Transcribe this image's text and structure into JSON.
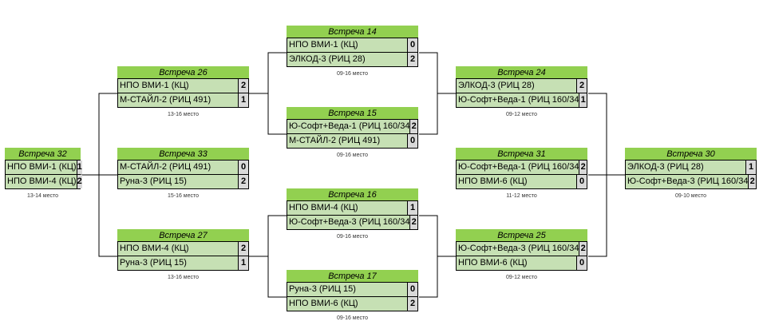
{
  "matches": {
    "m32": {
      "title": "Встреча 32",
      "t1": "НПО ВМИ-1 (КЦ)",
      "s1": "1",
      "t2": "НПО ВМИ-4 (КЦ)",
      "s2": "2",
      "place": "13-14 место"
    },
    "m26": {
      "title": "Встреча 26",
      "t1": "НПО ВМИ-1 (КЦ)",
      "s1": "2",
      "t2": "М-СТАЙЛ-2 (РИЦ 491)",
      "s2": "1",
      "place": "13-16 место"
    },
    "m33": {
      "title": "Встреча 33",
      "t1": "М-СТАЙЛ-2 (РИЦ 491)",
      "s1": "0",
      "t2": "Руна-3 (РИЦ 15)",
      "s2": "2",
      "place": "15-16 место"
    },
    "m27": {
      "title": "Встреча 27",
      "t1": "НПО ВМИ-4 (КЦ)",
      "s1": "2",
      "t2": "Руна-3 (РИЦ 15)",
      "s2": "1",
      "place": "13-16 место"
    },
    "m14": {
      "title": "Встреча 14",
      "t1": "НПО ВМИ-1 (КЦ)",
      "s1": "0",
      "t2": "ЭЛКОД-3 (РИЦ 28)",
      "s2": "2",
      "place": "09-16 место"
    },
    "m15": {
      "title": "Встреча 15",
      "t1": "Ю-Софт+Веда-1 (РИЦ 160/34",
      "s1": "2",
      "t2": "М-СТАЙЛ-2 (РИЦ 491)",
      "s2": "0",
      "place": "09-16 место"
    },
    "m16": {
      "title": "Встреча 16",
      "t1": "НПО ВМИ-4 (КЦ)",
      "s1": "1",
      "t2": "Ю-Софт+Веда-3 (РИЦ 160/34",
      "s2": "2",
      "place": "09-16 место"
    },
    "m17": {
      "title": "Встреча 17",
      "t1": "Руна-3 (РИЦ 15)",
      "s1": "0",
      "t2": "НПО ВМИ-6 (КЦ)",
      "s2": "2",
      "place": "09-16 место"
    },
    "m24": {
      "title": "Встреча 24",
      "t1": "ЭЛКОД-3 (РИЦ 28)",
      "s1": "2",
      "t2": "Ю-Софт+Веда-1 (РИЦ 160/34",
      "s2": "1",
      "place": "09-12 место"
    },
    "m31": {
      "title": "Встреча 31",
      "t1": "Ю-Софт+Веда-1 (РИЦ 160/34",
      "s1": "2",
      "t2": "НПО ВМИ-6 (КЦ)",
      "s2": "0",
      "place": "11-12 место"
    },
    "m25": {
      "title": "Встреча 25",
      "t1": "Ю-Софт+Веда-3 (РИЦ 160/34",
      "s1": "2",
      "t2": "НПО ВМИ-6 (КЦ)",
      "s2": "0",
      "place": "09-12 место"
    },
    "m30": {
      "title": "Встреча 30",
      "t1": "ЭЛКОД-3 (РИЦ 28)",
      "s1": "1",
      "t2": "Ю-Софт+Веда-3 (РИЦ 160/34",
      "s2": "2",
      "place": "09-10 место"
    }
  }
}
